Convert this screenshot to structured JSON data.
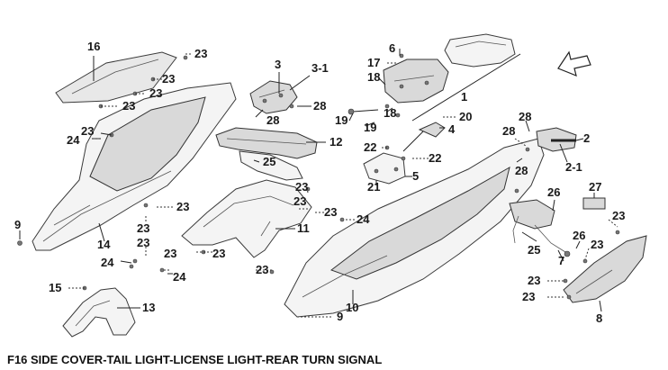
{
  "caption": "F16 SIDE COVER-TAIL LIGHT-LICENSE LIGHT-REAR TURN SIGNAL",
  "callouts": {
    "c1": "1",
    "c2": "2",
    "c2_1": "2-1",
    "c3": "3",
    "c3_1": "3-1",
    "c4": "4",
    "c5": "5",
    "c6": "6",
    "c7": "7",
    "c8": "8",
    "c9a": "9",
    "c9b": "9",
    "c10": "10",
    "c11": "11",
    "c12": "12",
    "c13": "13",
    "c14": "14",
    "c15": "15",
    "c16": "16",
    "c17": "17",
    "c18a": "18",
    "c18b": "18",
    "c19a": "19",
    "c19b": "19",
    "c20": "20",
    "c21": "21",
    "c22a": "22",
    "c22b": "22",
    "c23a": "23",
    "c23b": "23",
    "c23c": "23",
    "c23d": "23",
    "c23e": "23",
    "c23f": "23",
    "c23g": "23",
    "c23h": "23",
    "c23i": "23",
    "c23j": "23",
    "c23k": "23",
    "c23l": "23",
    "c23m": "23",
    "c23n": "23",
    "c23o": "23",
    "c23p": "23",
    "c23q": "23",
    "c23r": "23",
    "c23s": "23",
    "c24a": "24",
    "c24b": "24",
    "c24c": "24",
    "c24d": "24",
    "c25a": "25",
    "c25b": "25",
    "c26a": "26",
    "c26b": "26",
    "c27": "27",
    "c28a": "28",
    "c28b": "28",
    "c28c": "28",
    "c28d": "28",
    "c28e": "28"
  },
  "colors": {
    "line": "#222222",
    "fill_light": "#f4f4f4",
    "fill_dark": "#d9d9d9",
    "text": "#1a1a1a"
  },
  "icons": {
    "front_direction": "arrow-up-left-icon"
  }
}
